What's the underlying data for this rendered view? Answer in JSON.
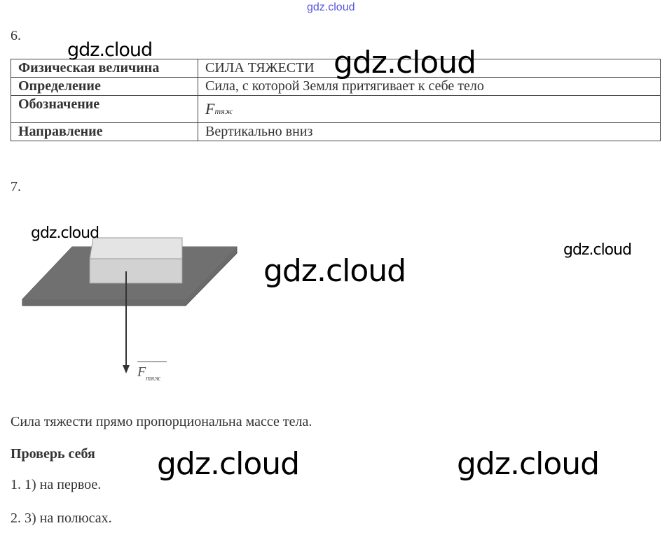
{
  "header_link": "gdz.cloud",
  "watermark": "gdz.cloud",
  "task6": {
    "number": "6.",
    "rows": [
      {
        "key": "Физическая величина",
        "value": "СИЛА ТЯЖЕСТИ"
      },
      {
        "key": "Определение",
        "value": "Сила, с которой Земля притягивает к себе тело"
      },
      {
        "key": "Обозначение",
        "symbol": "F",
        "subscript": "тяж"
      },
      {
        "key": "Направление",
        "value": "Вертикально вниз"
      }
    ]
  },
  "task7": {
    "number": "7.",
    "figure_label": "F",
    "figure_subscript": "тяж",
    "conclusion": "Сила тяжести прямо пропорциональна массе тела."
  },
  "check": {
    "title": "Проверь себя",
    "answers": [
      "1. 1) на первое.",
      "2. 3) на полюсах."
    ]
  }
}
